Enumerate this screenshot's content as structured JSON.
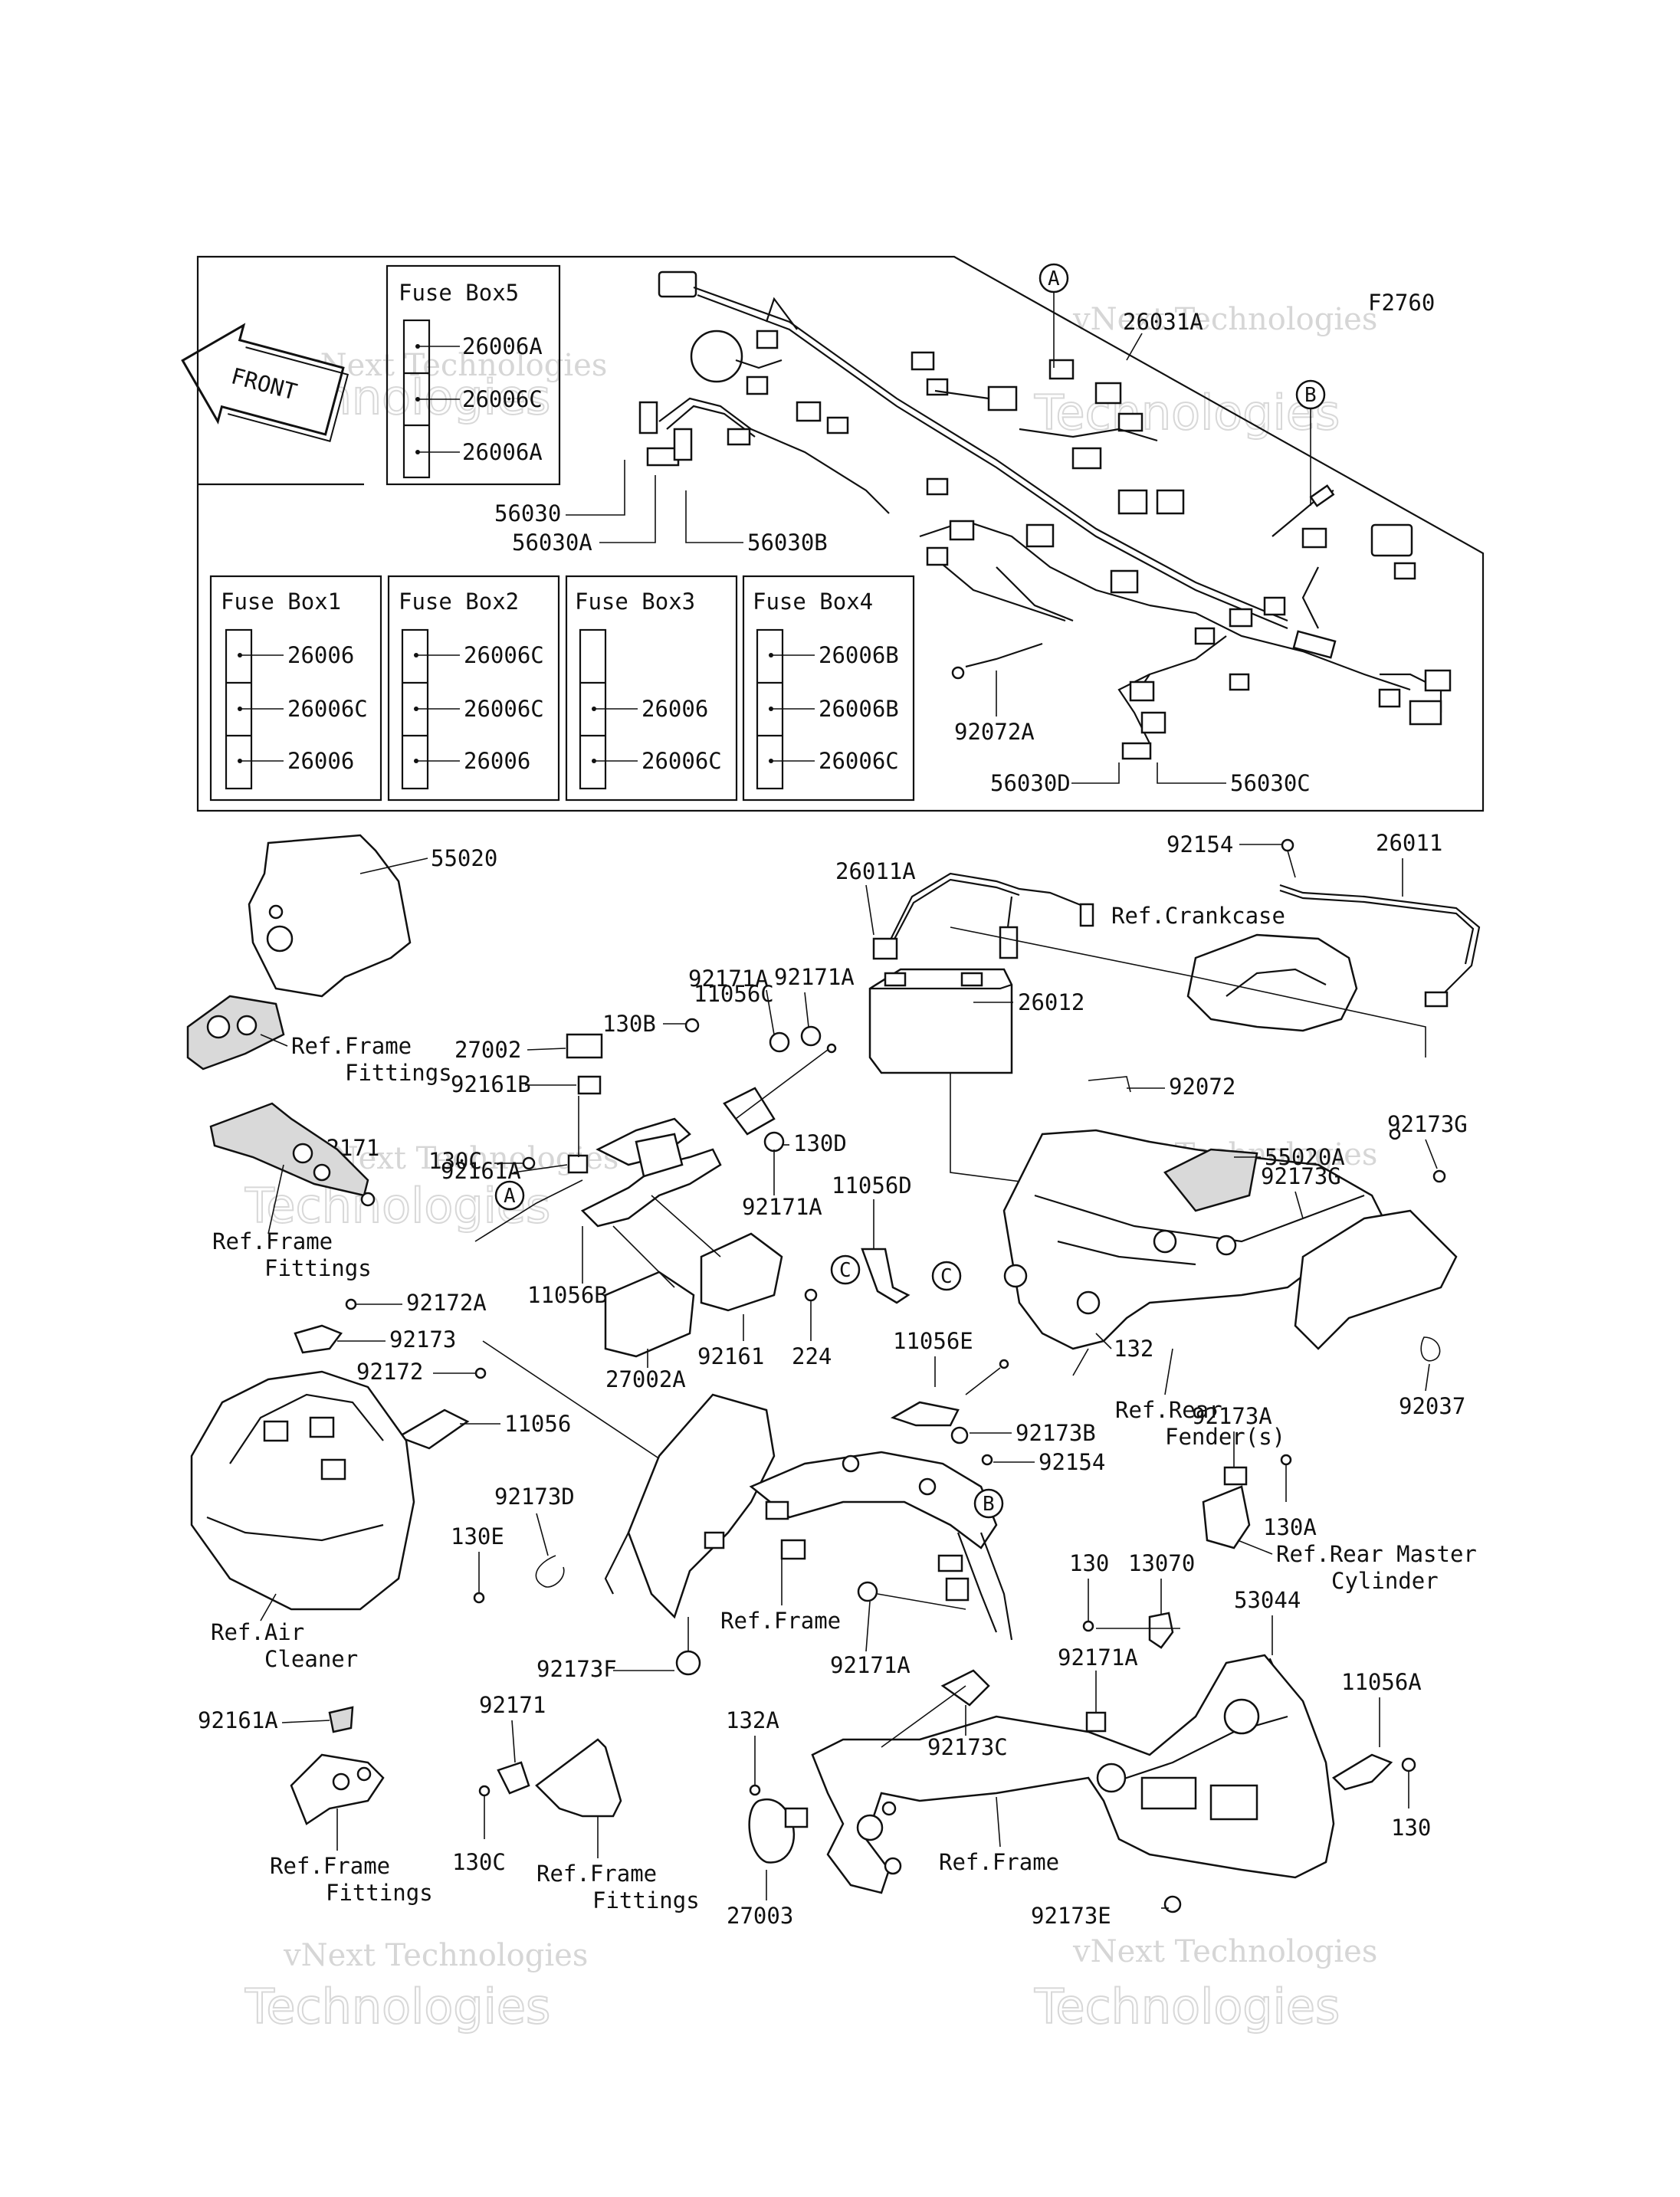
{
  "figure_code": "F2760",
  "front_arrow": "FRONT",
  "watermark": {
    "line1": "vNext Technologies",
    "line2": "Technologies"
  },
  "fuse_boxes": [
    {
      "title": "Fuse Box5",
      "parts": [
        "26006A",
        "26006C",
        "26006A"
      ]
    },
    {
      "title": "Fuse Box1",
      "parts": [
        "26006",
        "26006C",
        "26006"
      ]
    },
    {
      "title": "Fuse Box2",
      "parts": [
        "26006C",
        "26006C",
        "26006"
      ]
    },
    {
      "title": "Fuse Box3",
      "parts": [
        "26006",
        "26006C"
      ]
    },
    {
      "title": "Fuse Box4",
      "parts": [
        "26006B",
        "26006B",
        "26006C"
      ]
    }
  ],
  "markers": [
    "A",
    "B",
    "C"
  ],
  "labels": {
    "p26031A": "26031A",
    "p56030": "56030",
    "p56030A": "56030A",
    "p56030B": "56030B",
    "p92072A": "92072A",
    "p56030D": "56030D",
    "p56030C": "56030C",
    "p55020": "55020",
    "p92154a": "92154",
    "p26011": "26011",
    "p26011A": "26011A",
    "ref_crankcase": "Ref.Crankcase",
    "p92171A_top": "92171A",
    "p11056C": "11056C",
    "p130B": "130B",
    "p26012": "26012",
    "ref_frame_fittings_1a": "Ref.Frame",
    "ref_frame_fittings_1b": "Fittings",
    "p27002": "27002",
    "p92072": "92072",
    "p92161B": "92161B",
    "p55020A": "55020A",
    "p92171": "92171",
    "p92161A": "92161A",
    "p92173G_a": "92173G",
    "p92173G_b": "92173G",
    "p130D": "130D",
    "p130C_top": "130C",
    "p92171A_mid": "92171A",
    "ref_frame_fittings_2a": "Ref.Frame",
    "ref_frame_fittings_2b": "Fittings",
    "p11056D": "11056D",
    "p11056B": "11056B",
    "p92172A": "92172A",
    "p224": "224",
    "p132": "132",
    "p92173": "92173",
    "p27002A": "27002A",
    "p92161": "92161",
    "ref_rear_fender_a": "Ref.Rear",
    "ref_rear_fender_b": "Fender(s)",
    "p11056E": "11056E",
    "p92172": "92172",
    "p11056": "11056",
    "p92037": "92037",
    "p92173B": "92173B",
    "p92173A": "92173A",
    "p92154b": "92154",
    "p92173D": "92173D",
    "p130A": "130A",
    "p130E": "130E",
    "ref_rear_master_a": "Ref.Rear Master",
    "ref_rear_master_b": "Cylinder",
    "p130_top": "130",
    "p13070": "13070",
    "ref_frame_mid": "Ref.Frame",
    "ref_air_cleaner_a": "Ref.Air",
    "ref_air_cleaner_b": "Cleaner",
    "p53044": "53044",
    "p92171A_low": "92171A",
    "p92171A_right": "92171A",
    "p92173F": "92173F",
    "p11056A": "11056A",
    "p92171_low": "92171",
    "p92161A_low": "92161A",
    "p132A": "132A",
    "p92173C": "92173C",
    "p130_right": "130",
    "p130C_low": "130C",
    "ref_frame_low": "Ref.Frame",
    "ref_frame_fittings_3a": "Ref.Frame",
    "ref_frame_fittings_3b": "Fittings",
    "ref_frame_fittings_4a": "Ref.Frame",
    "ref_frame_fittings_4b": "Fittings",
    "p27003": "27003",
    "p92173E": "92173E"
  }
}
